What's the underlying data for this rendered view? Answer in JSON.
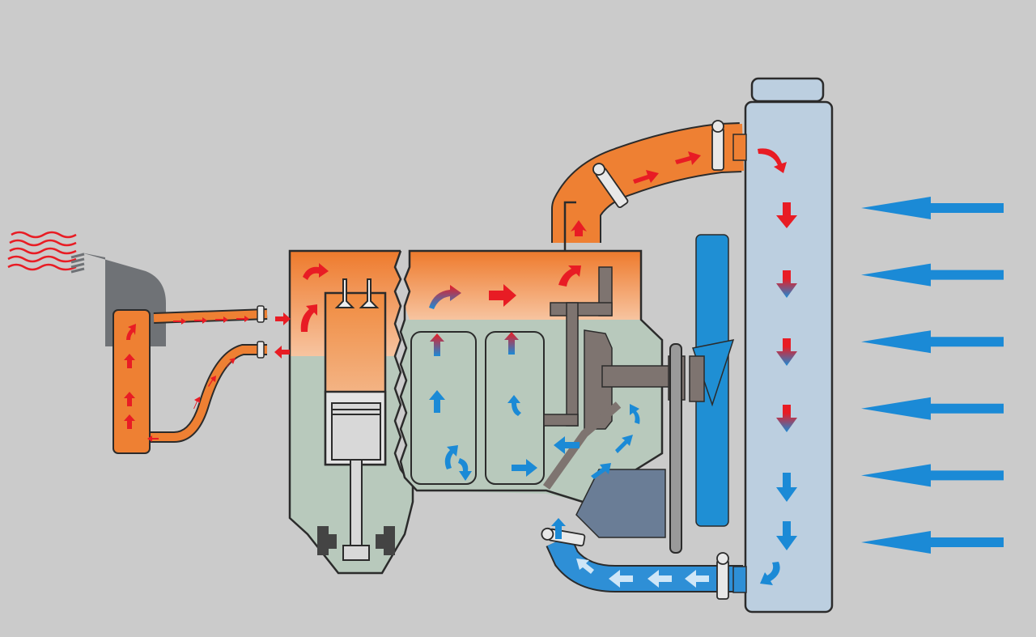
{
  "diagram": {
    "subject": "engine-cooling-system",
    "colors": {
      "background": "#cbcbcb",
      "hot": "#ee8033",
      "hot_light": "#f4a878",
      "hot_arrow": "#e81c24",
      "cold": "#2e8fd6",
      "cold_arrow": "#1b8ad6",
      "coolant_block": "#b8c9bc",
      "radiator": "#bccfe0",
      "metal": "#7e7470",
      "fan": "#1f8fd4",
      "heater": "#6f7276",
      "outline": "#2b2b2b"
    },
    "components": [
      {
        "id": "heater-core",
        "label": ""
      },
      {
        "id": "cylinder-head",
        "label": ""
      },
      {
        "id": "engine-block",
        "label": ""
      },
      {
        "id": "water-pump",
        "label": ""
      },
      {
        "id": "thermostat",
        "label": ""
      },
      {
        "id": "upper-radiator-hose",
        "label": ""
      },
      {
        "id": "lower-radiator-hose",
        "label": ""
      },
      {
        "id": "radiator",
        "label": ""
      },
      {
        "id": "cooling-fan",
        "label": ""
      }
    ],
    "airflow_arrow_count": 6
  }
}
